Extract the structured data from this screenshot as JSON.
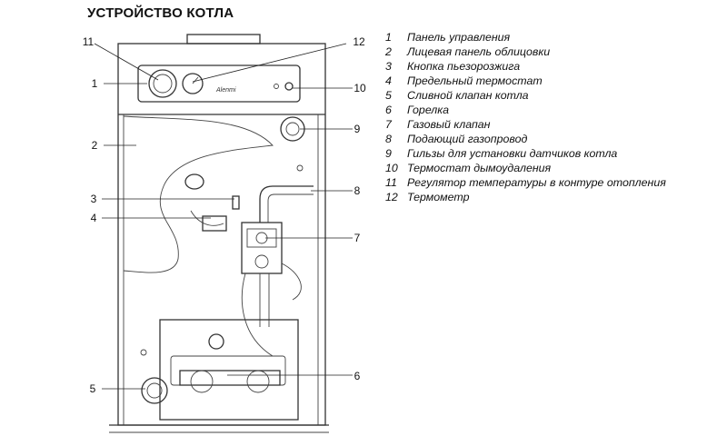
{
  "title": "УСТРОЙСТВО КОТЛА",
  "brand_mark": "Alenmi",
  "callouts": [
    "11",
    "12",
    "1",
    "10",
    "9",
    "2",
    "8",
    "3",
    "4",
    "7",
    "6",
    "5"
  ],
  "legend": [
    {
      "num": "1",
      "text": "Панель управления"
    },
    {
      "num": "2",
      "text": "Лицевая панель облицовки"
    },
    {
      "num": "3",
      "text": "Кнопка пьезорозжига"
    },
    {
      "num": "4",
      "text": "Предельный термостат"
    },
    {
      "num": "5",
      "text": "Сливной клапан котла"
    },
    {
      "num": "6",
      "text": "Горелка"
    },
    {
      "num": "7",
      "text": "Газовый клапан"
    },
    {
      "num": "8",
      "text": "Подающий газопровод"
    },
    {
      "num": "9",
      "text": "Гильзы для установки датчиков котла"
    },
    {
      "num": "10",
      "text": "Термостат дымоудаления"
    },
    {
      "num": "11",
      "text": "Регулятор температуры в контуре отопления"
    },
    {
      "num": "12",
      "text": "Термометр"
    }
  ]
}
